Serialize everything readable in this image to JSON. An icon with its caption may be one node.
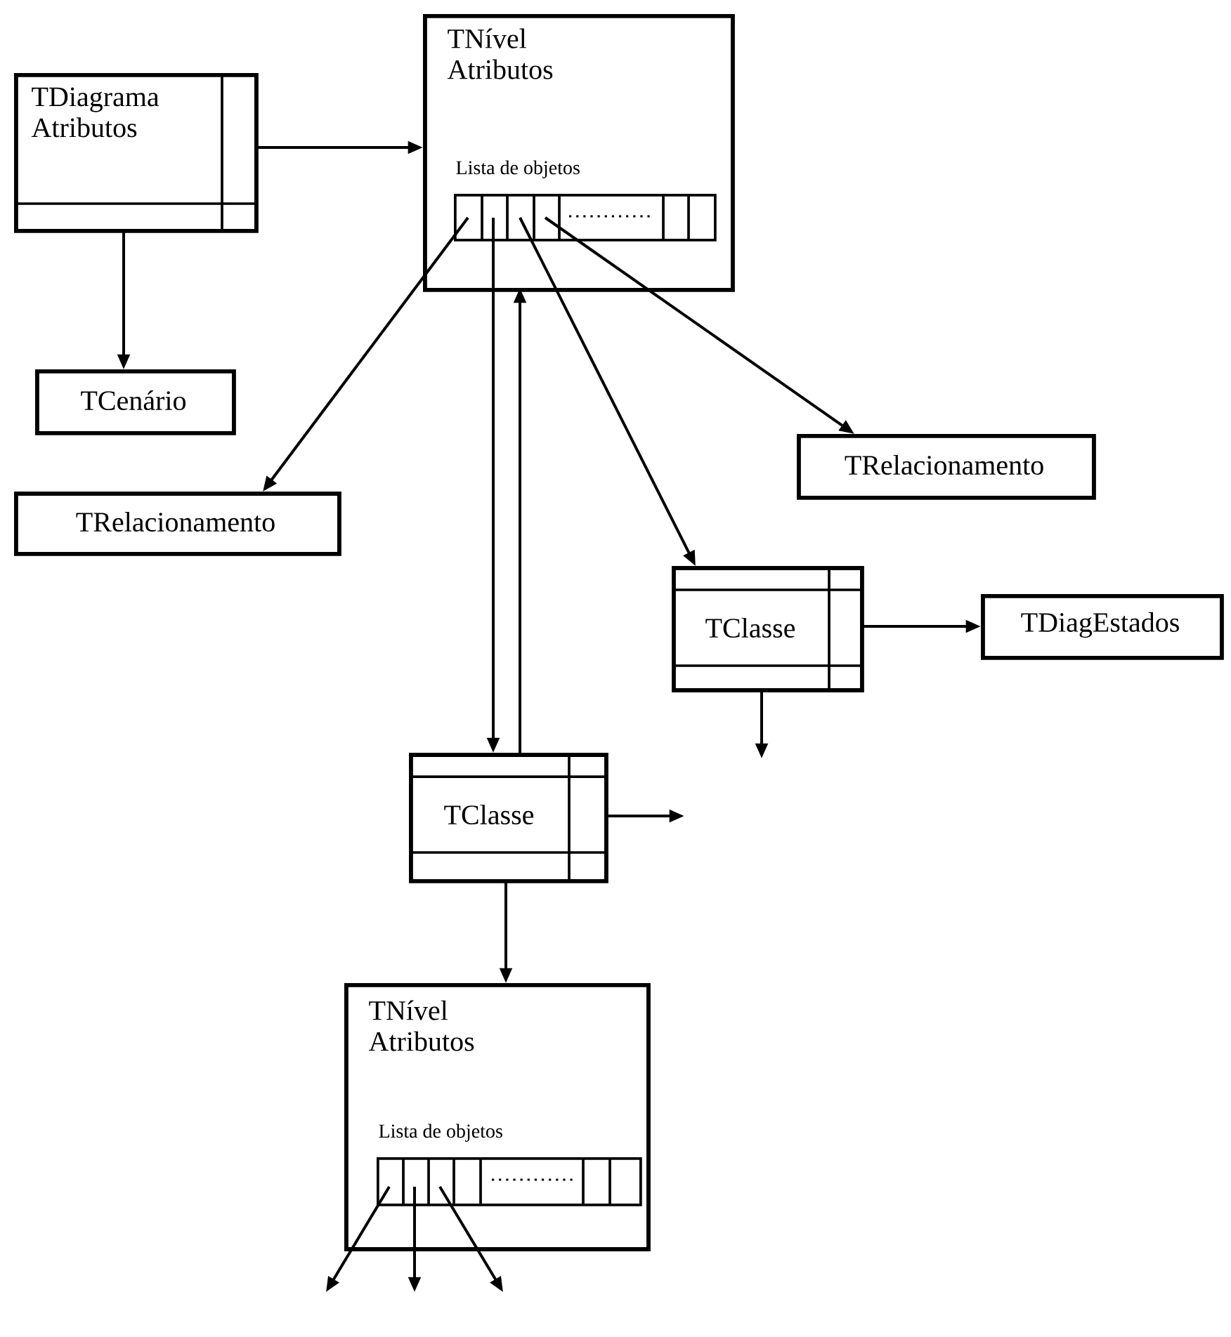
{
  "diagram": {
    "nodes": [
      {
        "text": [
          "TDiagrama Atributos"
        ]
      },
      {
        "text": [
          "TNível Atributos"
        ]
      },
      {
        "text": [
          "Lista de objetos"
        ],
        "in": 1
      },
      {
        "text": [
          "TCenário"
        ]
      },
      {
        "text": [
          "TRelacionamento"
        ]
      },
      {
        "text": [
          "TRelacionamento"
        ]
      },
      {
        "text": [
          "TClasse"
        ]
      },
      {
        "text": [
          "TDiagEstados"
        ]
      },
      {
        "text": [
          "TClasse"
        ]
      },
      {
        "text": [
          "TNível Atributos"
        ]
      },
      {
        "text": [
          "Lista de objetos"
        ],
        "in": 9
      }
    ],
    "edges": [
      {
        "from": 0,
        "to": 1,
        "arrow": "to"
      },
      {
        "from": 0,
        "to": 3,
        "arrow": "to"
      },
      {
        "from": 2,
        "to": 5,
        "arrow": "to"
      },
      {
        "from": 2,
        "to": 8,
        "arrow": "to"
      },
      {
        "from": 8,
        "to": 1,
        "arrow": "to"
      },
      {
        "from": 2,
        "to": 6,
        "arrow": "to"
      },
      {
        "from": 2,
        "to": 4,
        "arrow": "to"
      },
      {
        "from": 6,
        "to": 7,
        "arrow": "to"
      },
      {
        "from": 6,
        "to": null,
        "arrow": "to"
      },
      {
        "from": 8,
        "to": null,
        "arrow": "to"
      },
      {
        "from": 8,
        "to": 9,
        "arrow": "to"
      },
      {
        "from": 10,
        "to": null,
        "arrow": "to"
      },
      {
        "from": 10,
        "to": null,
        "arrow": "to"
      },
      {
        "from": 10,
        "to": null,
        "arrow": "to"
      }
    ]
  }
}
